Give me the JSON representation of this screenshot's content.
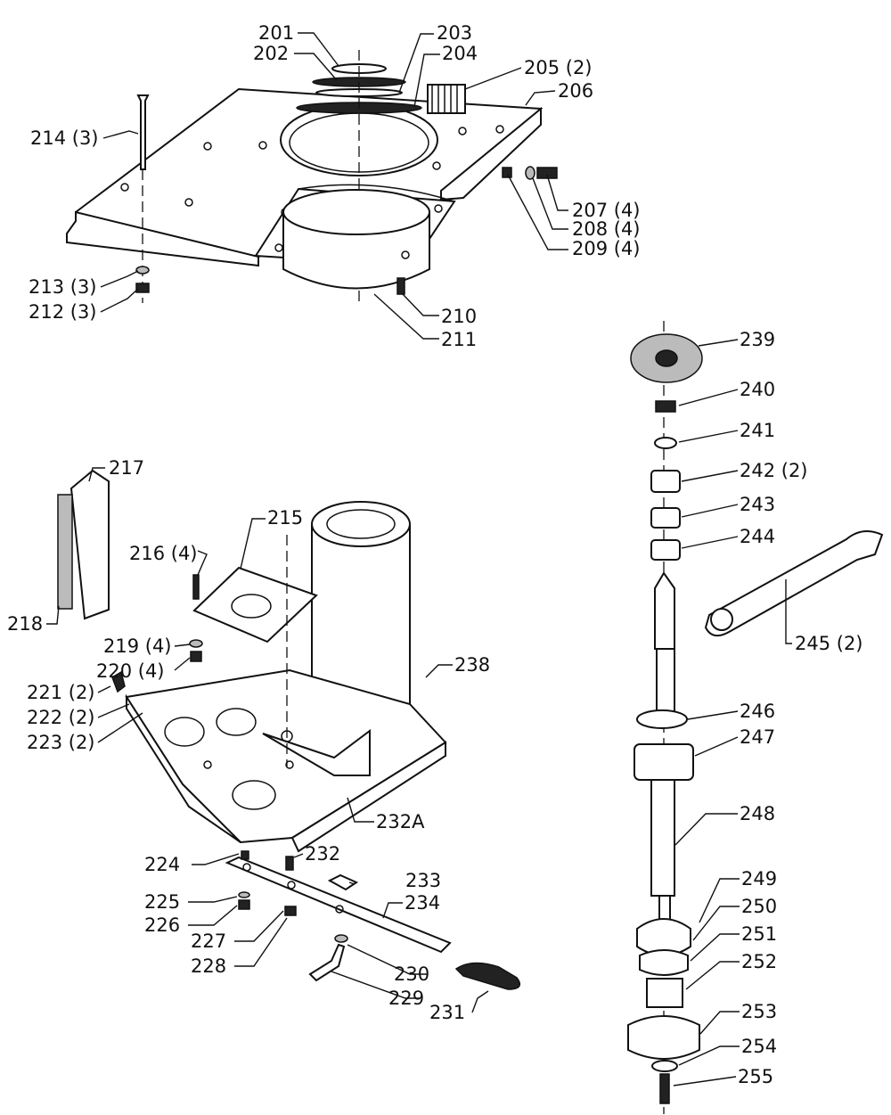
{
  "labels": {
    "l201": "201",
    "l202": "202",
    "l203": "203",
    "l204": "204",
    "l205": "205 (2)",
    "l206": "206",
    "l207": "207 (4)",
    "l208": "208 (4)",
    "l209": "209 (4)",
    "l210": "210",
    "l211": "211",
    "l212": "212 (3)",
    "l213": "213 (3)",
    "l214": "214 (3)",
    "l215": "215",
    "l216": "216 (4)",
    "l217": "217",
    "l218": "218",
    "l219": "219 (4)",
    "l220": "220 (4)",
    "l221": "221 (2)",
    "l222": "222 (2)",
    "l223": "223 (2)",
    "l224": "224",
    "l225": "225",
    "l226": "226",
    "l227": "227",
    "l228": "228",
    "l229": "229",
    "l230": "230",
    "l231": "231",
    "l232": "232",
    "l232A": "232A",
    "l233": "233",
    "l234": "234",
    "l238": "238",
    "l239": "239",
    "l240": "240",
    "l241": "241",
    "l242": "242 (2)",
    "l243": "243",
    "l244": "244",
    "l245": "245 (2)",
    "l246": "246",
    "l247": "247",
    "l248": "248",
    "l249": "249",
    "l250": "250",
    "l251": "251",
    "l252": "252",
    "l253": "253",
    "l254": "254",
    "l255": "255"
  }
}
